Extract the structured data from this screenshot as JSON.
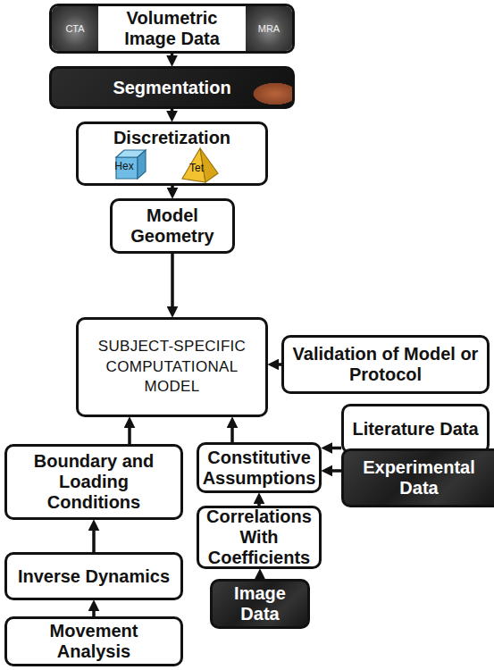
{
  "diagram": {
    "nodes": [
      {
        "text": [
          "CTA",
          "Volumetric Image Data",
          "MRA"
        ]
      },
      {
        "text": [
          "Segmentation"
        ]
      },
      {
        "text": [
          "Discretization",
          "Hex",
          "Tet"
        ]
      },
      {
        "text": [
          "Model Geometry"
        ]
      },
      {
        "text": [
          "SUBJECT-SPECIFIC COMPUTATIONAL MODEL"
        ]
      },
      {
        "text": [
          "Validation of Model or Protocol"
        ]
      },
      {
        "text": [
          "Literature Data"
        ]
      },
      {
        "text": [
          "Boundary and Loading Conditions"
        ]
      },
      {
        "text": [
          "Constitutive Assumptions"
        ]
      },
      {
        "text": [
          "Experimental Data"
        ]
      },
      {
        "text": [
          "Inverse Dynamics"
        ]
      },
      {
        "text": [
          "Correlations With Coefficients"
        ]
      },
      {
        "text": [
          "Movement Analysis"
        ]
      },
      {
        "text": [
          "Image Data"
        ]
      }
    ],
    "edges": [
      {
        "from": 0,
        "to": 1,
        "arrow": "to"
      },
      {
        "from": 1,
        "to": 2,
        "arrow": "to"
      },
      {
        "from": 2,
        "to": 3,
        "arrow": "to"
      },
      {
        "from": 3,
        "to": 4,
        "arrow": "to"
      },
      {
        "from": 5,
        "to": 4,
        "arrow": "to"
      },
      {
        "from": 7,
        "to": 4,
        "arrow": "to"
      },
      {
        "from": 8,
        "to": 4,
        "arrow": "to"
      },
      {
        "from": 6,
        "to": 8,
        "arrow": "to"
      },
      {
        "from": 9,
        "to": 8,
        "arrow": "to"
      },
      {
        "from": 11,
        "to": 8,
        "arrow": "to"
      },
      {
        "from": 10,
        "to": 7,
        "arrow": "to"
      },
      {
        "from": 12,
        "to": 10,
        "arrow": "to"
      },
      {
        "from": 13,
        "to": 11,
        "arrow": "to"
      }
    ]
  }
}
